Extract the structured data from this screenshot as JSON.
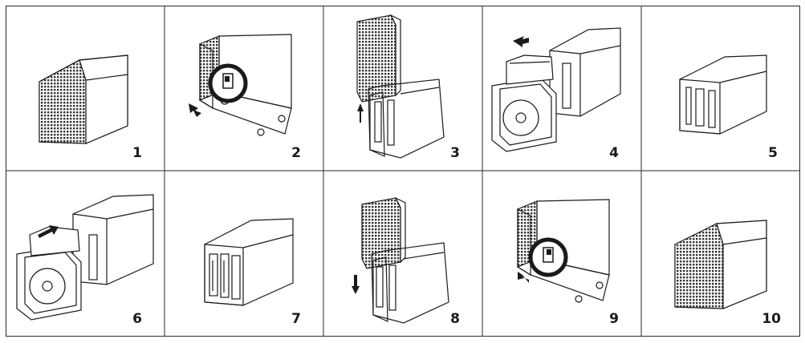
{
  "steps": [
    {
      "number": "1"
    },
    {
      "number": "2"
    },
    {
      "number": "3"
    },
    {
      "number": "4"
    },
    {
      "number": "5"
    },
    {
      "number": "6"
    },
    {
      "number": "7"
    },
    {
      "number": "8"
    },
    {
      "number": "9"
    },
    {
      "number": "10"
    }
  ],
  "colors": {
    "line": "#1a1a1a",
    "grid": "#2a2a2a",
    "shade": "#e6e6e6",
    "background": "#ffffff"
  }
}
